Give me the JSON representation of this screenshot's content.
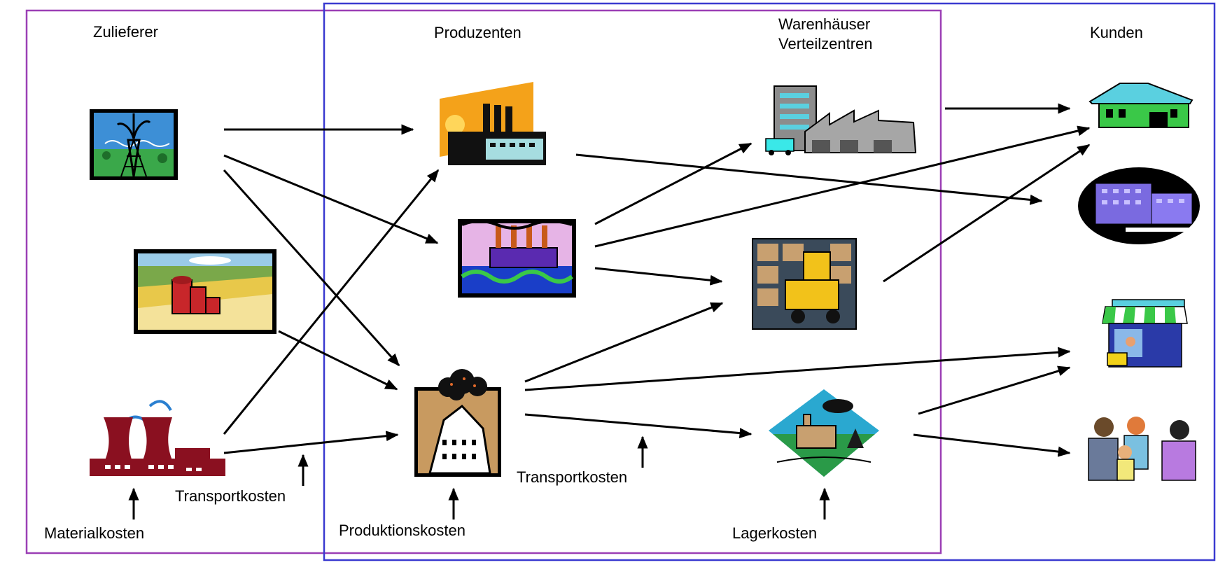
{
  "columns": {
    "suppliers": "Zulieferer",
    "producers": "Produzenten",
    "warehouses_line1": "Warenhäuser",
    "warehouses_line2": "Verteilzentren",
    "customers": "Kunden"
  },
  "cost_labels": {
    "material": "Materialkosten",
    "transport_left": "Transportkosten",
    "production": "Produktionskosten",
    "transport_mid": "Transportkosten",
    "storage": "Lagerkosten"
  },
  "node_icons": {
    "supplier_oil": "oil-derrick-icon",
    "supplier_farm": "farm-silo-icon",
    "supplier_power": "nuclear-plant-icon",
    "producer_factory_sun": "factory-sunrise-icon",
    "producer_factory_blue": "factory-smokestacks-icon",
    "producer_factory_smoke": "polluting-factory-icon",
    "warehouse_building": "warehouse-buildings-icon",
    "warehouse_forklift": "forklift-shelves-icon",
    "warehouse_plant": "plant-landscape-icon",
    "customer_house": "house-icon",
    "customer_hospital": "hospital-building-icon",
    "customer_shop": "shop-awning-icon",
    "customer_people": "people-group-icon"
  },
  "frame_colors": {
    "purple": "#9b3fb5",
    "blue": "#3a3ad0"
  }
}
